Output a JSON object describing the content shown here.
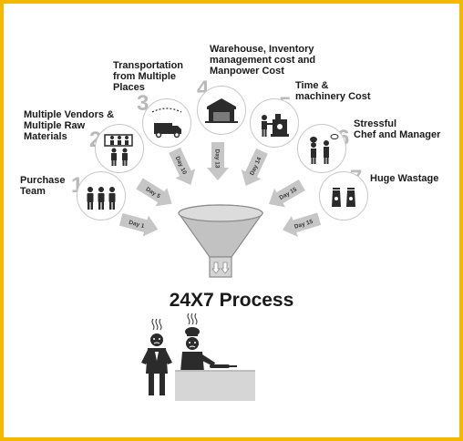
{
  "steps": [
    {
      "num": "1",
      "label_lines": [
        "Purchase",
        "Team"
      ],
      "icon": "team-icon",
      "day": "Day 1"
    },
    {
      "num": "2",
      "label_lines": [
        "Multiple Vendors &",
        "Multiple Raw",
        "Materials"
      ],
      "icon": "vendors-icon",
      "day": "Day 5"
    },
    {
      "num": "3",
      "label_lines": [
        "Transportation",
        "from Multiple",
        "Places"
      ],
      "icon": "truck-icon",
      "day": "Day 10"
    },
    {
      "num": "4",
      "label_lines": [
        "Warehouse, Inventory",
        "management cost and",
        "Manpower Cost"
      ],
      "icon": "warehouse-icon",
      "day": "Day 13"
    },
    {
      "num": "5",
      "label_lines": [
        "Time &",
        "machinery Cost"
      ],
      "icon": "machinery-icon",
      "day": "Day 14"
    },
    {
      "num": "6",
      "label_lines": [
        "Stressful",
        "Chef and Manager"
      ],
      "icon": "chef-manager-icon",
      "day": "Day 15"
    },
    {
      "num": "7",
      "label_lines": [
        "Huge Wastage"
      ],
      "icon": "wastage-icon",
      "day": "Day 15"
    }
  ],
  "process_title": "24X7 Process",
  "colors": {
    "border": "#f5b800",
    "arrow": "#c6c6c6",
    "number": "#b9b9b9",
    "icon": "#2b2b2b"
  }
}
